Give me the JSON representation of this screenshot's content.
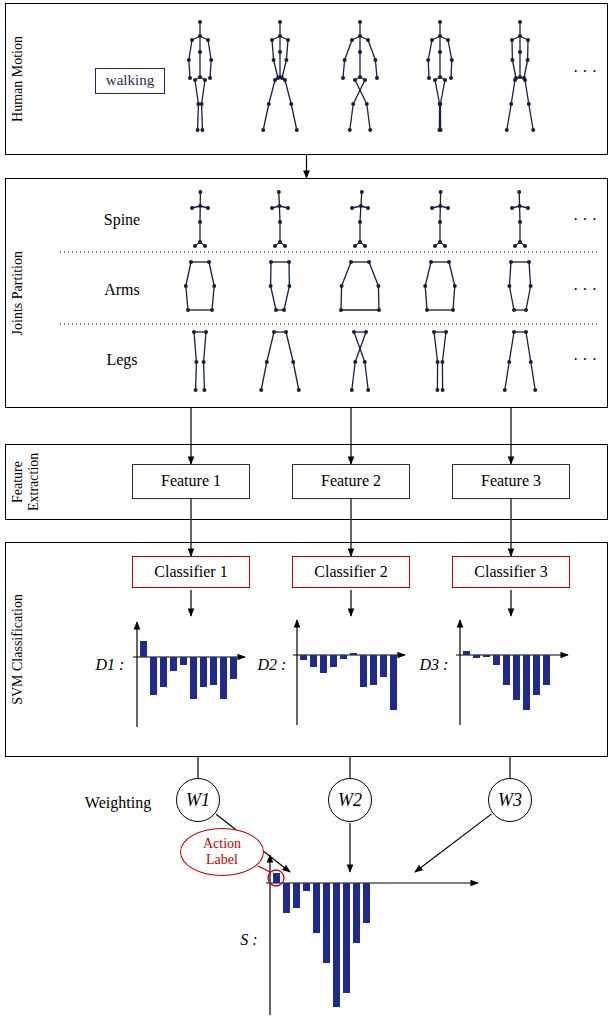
{
  "diagram": {
    "nodes": [
      {
        "text": [
          "Human Motion"
        ]
      },
      {
        "text": [
          "walking"
        ],
        "in": 0
      },
      {
        "text": [
          "Joints Partition"
        ]
      },
      {
        "text": [
          "Feature Extraction"
        ]
      },
      {
        "text": [
          "Feature 1"
        ],
        "in": 3
      },
      {
        "text": [
          "Feature 2"
        ],
        "in": 3
      },
      {
        "text": [
          "Feature 3"
        ],
        "in": 3
      },
      {
        "text": [
          "SVM Classification"
        ]
      },
      {
        "text": [
          "Classifier 1"
        ],
        "in": 7
      },
      {
        "text": [
          "Classifier 2"
        ],
        "in": 7
      },
      {
        "text": [
          "Classifier 3"
        ],
        "in": 7
      },
      {
        "text": [
          "W1"
        ]
      },
      {
        "text": [
          "W2"
        ]
      },
      {
        "text": [
          "W3"
        ]
      },
      {
        "text": [
          "Action Label"
        ]
      }
    ],
    "edges": [
      {
        "from": 0,
        "to": 2,
        "arrow": "to"
      },
      {
        "from": 2,
        "to": 4,
        "arrow": "to"
      },
      {
        "from": 2,
        "to": 5,
        "arrow": "to"
      },
      {
        "from": 2,
        "to": 6,
        "arrow": "to"
      },
      {
        "from": 4,
        "to": 8,
        "arrow": "to"
      },
      {
        "from": 5,
        "to": 9,
        "arrow": "to"
      },
      {
        "from": 6,
        "to": 10,
        "arrow": "to"
      },
      {
        "from": 7,
        "to": 11,
        "arrow": "none"
      },
      {
        "from": 7,
        "to": 12,
        "arrow": "none"
      },
      {
        "from": 7,
        "to": 13,
        "arrow": "none"
      }
    ],
    "labels": [
      "· · ·",
      "Spine",
      "· · ·",
      "Arms",
      "· · ·",
      "Legs",
      "· · ·",
      "D1 :",
      "D2 :",
      "D3 :",
      "Weighting",
      "S :"
    ]
  }
}
